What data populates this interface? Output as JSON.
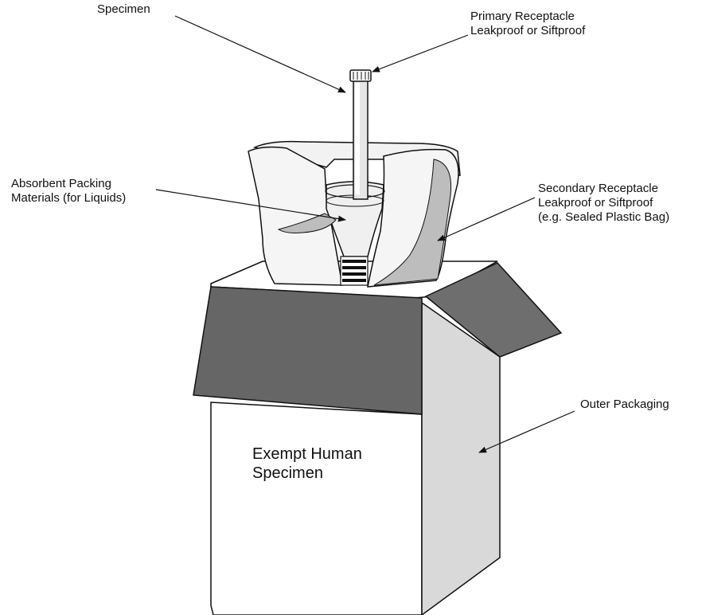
{
  "labels": {
    "specimen": "Specimen",
    "primary_line1": "Primary Receptacle",
    "primary_line2": "Leakproof or Siftproof",
    "absorbent_line1": "Absorbent Packing",
    "absorbent_line2": "Materials (for Liquids)",
    "secondary_line1": "Secondary Receptacle",
    "secondary_line2": "Leakproof or Siftproof",
    "secondary_line3": "(e.g. Sealed Plastic Bag)",
    "outer": "Outer Packaging"
  },
  "box_text": {
    "line1": "Exempt Human",
    "line2": "Specimen"
  },
  "colors": {
    "outline": "#111111",
    "flap_dark": "#666666",
    "flap_mid": "#6e6e6e",
    "box_side": "#d9d9d9",
    "box_front": "#ffffff",
    "bag_shade": "#bdbdbd",
    "bag_light": "#f0f0f0",
    "tube_fill": "#e6e6e6"
  }
}
